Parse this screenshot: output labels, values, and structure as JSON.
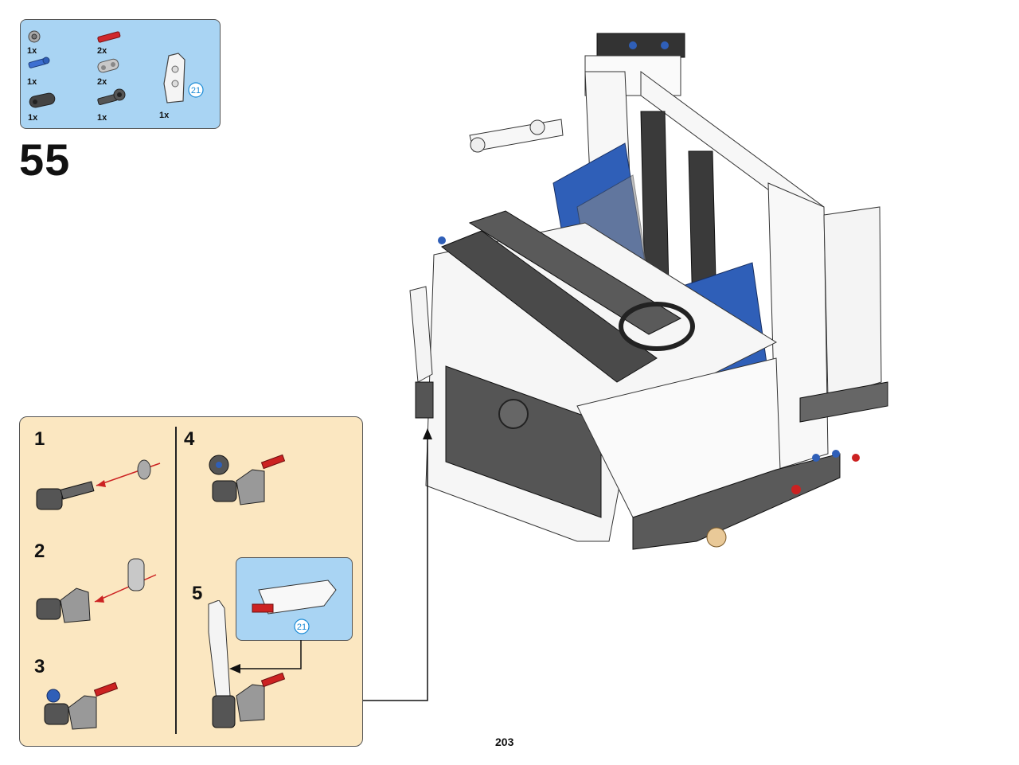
{
  "page": {
    "number": "203"
  },
  "step": {
    "number": "55"
  },
  "parts": [
    {
      "icon": "bush-gray-icon",
      "qty": "1x"
    },
    {
      "icon": "axle-pin-blue-icon",
      "qty": "1x"
    },
    {
      "icon": "beam-dark-icon",
      "qty": "1x"
    },
    {
      "icon": "axle-red-icon",
      "qty": "2x"
    },
    {
      "icon": "connector-gray-icon",
      "qty": "2x"
    },
    {
      "icon": "axle-joiner-dark-icon",
      "qty": "1x"
    },
    {
      "icon": "door-panel-white-icon",
      "qty": "1x",
      "badge": "21"
    }
  ],
  "subassembly": {
    "steps": [
      {
        "number": "1"
      },
      {
        "number": "2"
      },
      {
        "number": "3"
      },
      {
        "number": "4"
      },
      {
        "number": "5"
      }
    ],
    "callout_badge": "21"
  },
  "colors": {
    "parts_box_bg": "#a9d4f3",
    "subassembly_bg": "#fbe7c1",
    "arrow_red": "#cc2222",
    "badge_blue": "#1b8bd6",
    "brick_blue": "#2f5fb8"
  }
}
